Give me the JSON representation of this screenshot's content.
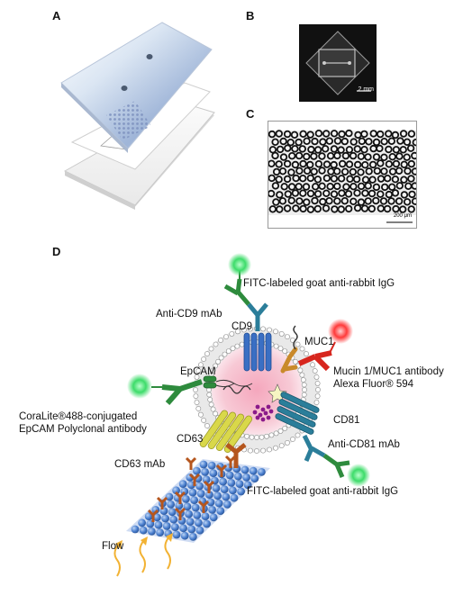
{
  "panels": {
    "a": {
      "label": "A"
    },
    "b": {
      "label": "B",
      "scale_bar": "2 mm"
    },
    "c": {
      "label": "C",
      "scale_bar": "200 μm"
    },
    "d": {
      "label": "D"
    }
  },
  "diagram": {
    "labels": {
      "fitc_top": "FITC-labeled goat anti-rabbit IgG",
      "anti_cd9": "Anti-CD9 mAb",
      "cd9": "CD9",
      "muc1": "MUC1",
      "mucin_line1": "Mucin 1/MUC1 antibody",
      "mucin_line2": "Alexa Fluor® 594",
      "epcam": "EpCAM",
      "coralite_line1": "CoraLite®488-conjugated",
      "coralite_line2": "EpCAM Polyclonal antibody",
      "cd81": "CD81",
      "cd63": "CD63",
      "anti_cd81": "Anti-CD81 mAb",
      "cd63_mab": "CD63 mAb",
      "fitc_bottom": "FITC-labeled goat anti-rabbit IgG",
      "flow": "Flow"
    }
  },
  "colors": {
    "cd9": "#3a6fc4",
    "cd81": "#2b7e9a",
    "cd63": "#d9d84a",
    "muc1_ab": "#d7261e",
    "muc1": "#c98a2a",
    "igg": "#2e8b3d",
    "fluor_green": "#3ddc6a",
    "fluor_red": "#ff3a3a",
    "cd63_mab": "#b5561e",
    "bead": "#4a7fcf",
    "flow_arrow": "#f2b233"
  }
}
